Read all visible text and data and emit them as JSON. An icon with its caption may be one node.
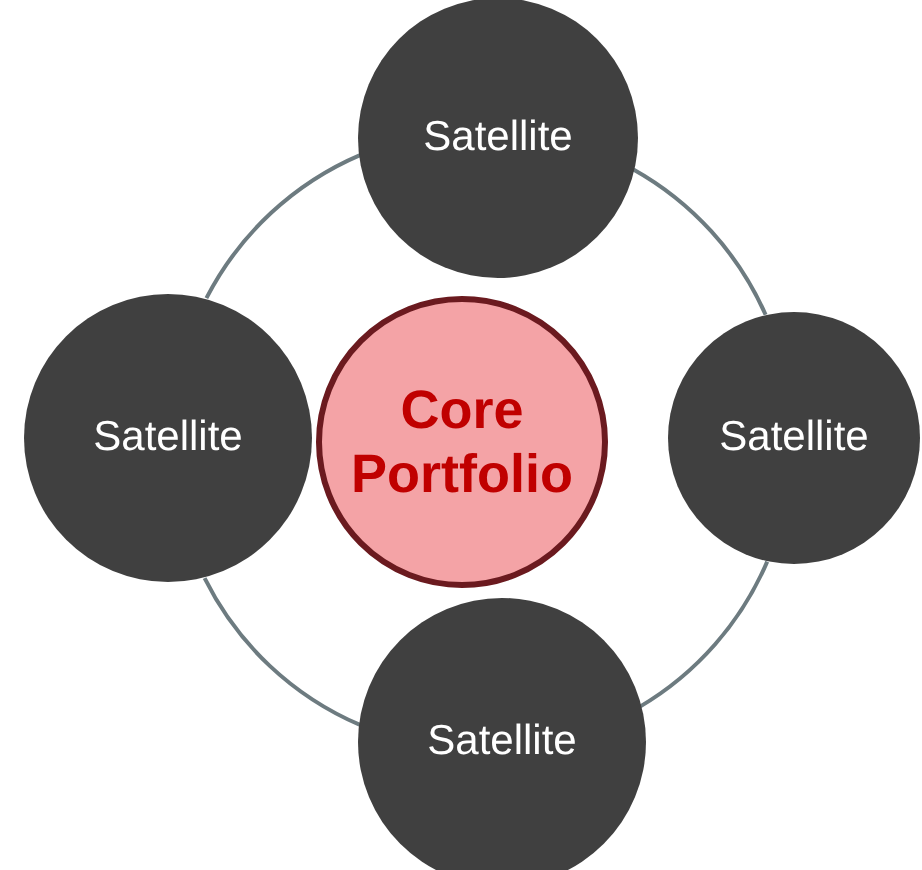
{
  "diagram": {
    "nodes": [
      {
        "text": [
          "Core Portfolio"
        ]
      },
      {
        "text": [
          "Satellite"
        ]
      },
      {
        "text": [
          "Satellite"
        ]
      },
      {
        "text": [
          "Satellite"
        ]
      },
      {
        "text": [
          "Satellite"
        ]
      }
    ],
    "edges": [
      {
        "from": 1,
        "to": 2,
        "arrow": "none"
      },
      {
        "from": 2,
        "to": 3,
        "arrow": "none"
      },
      {
        "from": 3,
        "to": 4,
        "arrow": "none"
      },
      {
        "from": 4,
        "to": 1,
        "arrow": "none"
      }
    ]
  }
}
